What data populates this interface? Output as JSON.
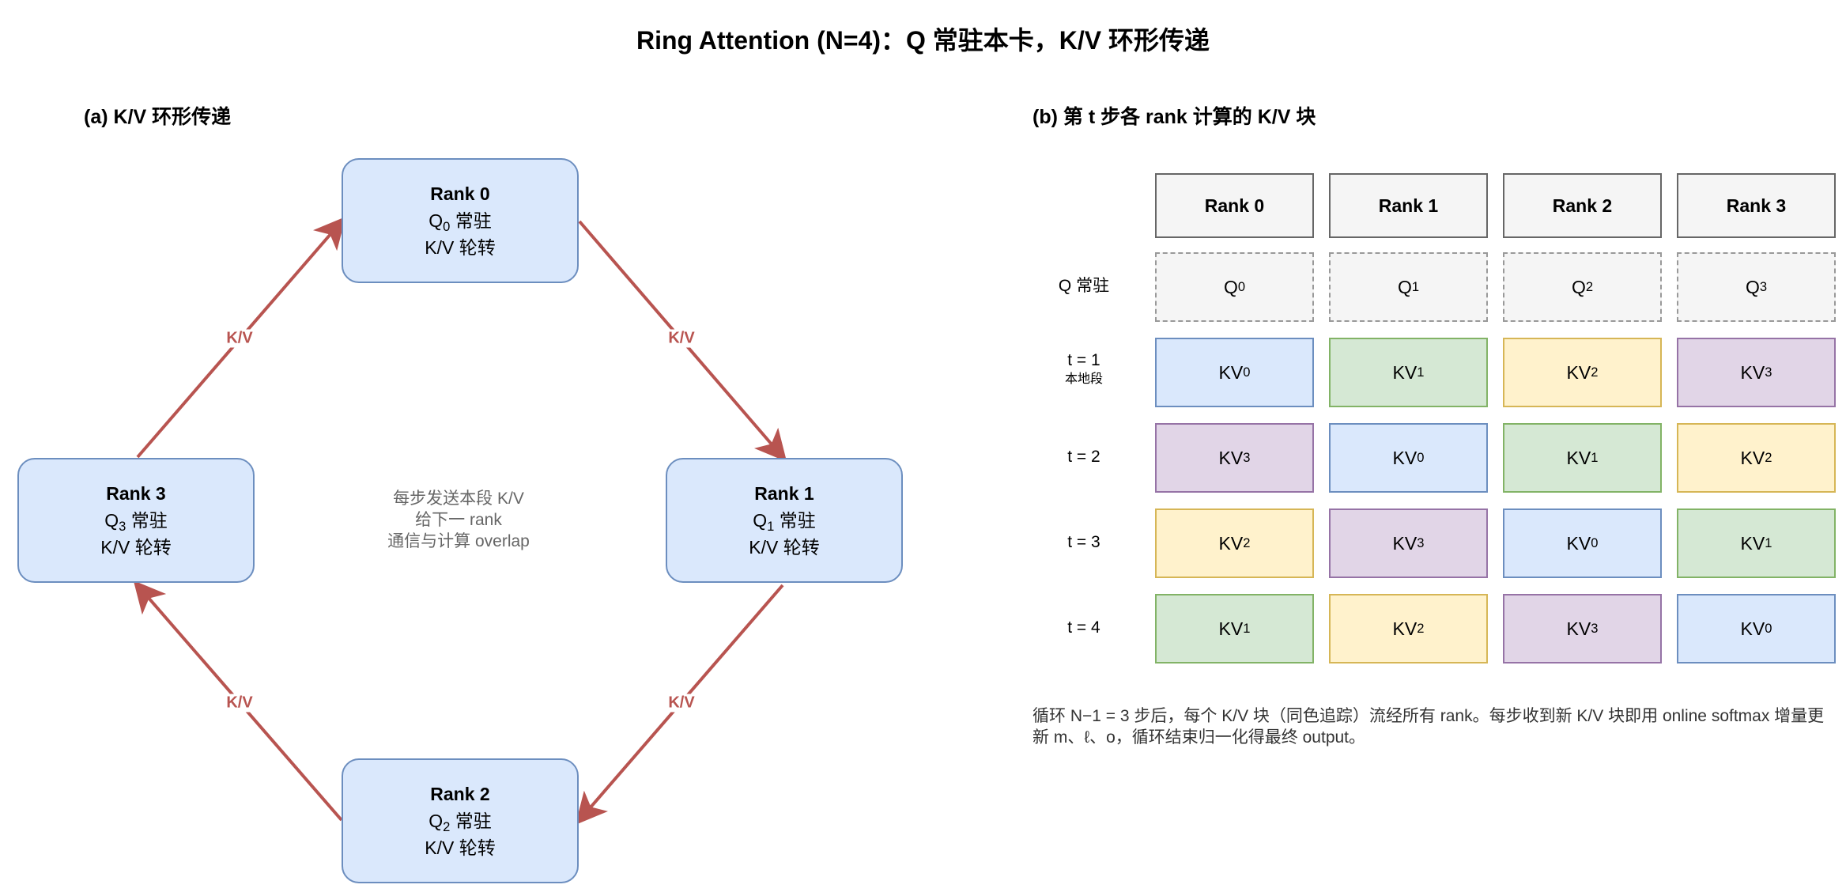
{
  "title": "Ring Attention (N=4)：Q 常驻本卡，K/V 环形传递",
  "panel_a": {
    "title": "(a) K/V 环形传递",
    "nodes": [
      {
        "name": "Rank 0",
        "q_base": "Q",
        "q_sub": "0",
        "q_suffix": " 常驻",
        "kv": "K/V 轮转"
      },
      {
        "name": "Rank 1",
        "q_base": "Q",
        "q_sub": "1",
        "q_suffix": " 常驻",
        "kv": "K/V 轮转"
      },
      {
        "name": "Rank 2",
        "q_base": "Q",
        "q_sub": "2",
        "q_suffix": " 常驻",
        "kv": "K/V 轮转"
      },
      {
        "name": "Rank 3",
        "q_base": "Q",
        "q_sub": "3",
        "q_suffix": " 常驻",
        "kv": "K/V 轮转"
      }
    ],
    "arrow_label": "K/V",
    "center_note": [
      "每步发送本段 K/V",
      "给下一 rank",
      "通信与计算 overlap"
    ],
    "arrow_color": "#b85450"
  },
  "panel_b": {
    "title": "(b) 第 t 步各 rank 计算的 K/V 块",
    "headers": [
      "Rank 0",
      "Rank 1",
      "Rank 2",
      "Rank 3"
    ],
    "q_row": {
      "label": "Q 常驻",
      "cells": [
        {
          "base": "Q",
          "sub": "0"
        },
        {
          "base": "Q",
          "sub": "1"
        },
        {
          "base": "Q",
          "sub": "2"
        },
        {
          "base": "Q",
          "sub": "3"
        }
      ]
    },
    "rows": [
      {
        "label": "t = 1",
        "sublabel": "本地段",
        "cells": [
          {
            "base": "KV",
            "sub": "0"
          },
          {
            "base": "KV",
            "sub": "1"
          },
          {
            "base": "KV",
            "sub": "2"
          },
          {
            "base": "KV",
            "sub": "3"
          }
        ]
      },
      {
        "label": "t = 2",
        "sublabel": "",
        "cells": [
          {
            "base": "KV",
            "sub": "3"
          },
          {
            "base": "KV",
            "sub": "0"
          },
          {
            "base": "KV",
            "sub": "1"
          },
          {
            "base": "KV",
            "sub": "2"
          }
        ]
      },
      {
        "label": "t = 3",
        "sublabel": "",
        "cells": [
          {
            "base": "KV",
            "sub": "2"
          },
          {
            "base": "KV",
            "sub": "3"
          },
          {
            "base": "KV",
            "sub": "0"
          },
          {
            "base": "KV",
            "sub": "1"
          }
        ]
      },
      {
        "label": "t = 4",
        "sublabel": "",
        "cells": [
          {
            "base": "KV",
            "sub": "1"
          },
          {
            "base": "KV",
            "sub": "2"
          },
          {
            "base": "KV",
            "sub": "3"
          },
          {
            "base": "KV",
            "sub": "0"
          }
        ]
      }
    ],
    "block_colors": {
      "0": {
        "fill": "#dae8fc",
        "stroke": "#6c8ebf"
      },
      "1": {
        "fill": "#d5e8d4",
        "stroke": "#82b366"
      },
      "2": {
        "fill": "#fff2cc",
        "stroke": "#d6b656"
      },
      "3": {
        "fill": "#e1d5e7",
        "stroke": "#9673a6"
      }
    },
    "caption": "循环 N−1 = 3 步后，每个 K/V 块（同色追踪）流经所有 rank。每步收到新 K/V 块即用 online softmax 增量更新 m、ℓ、o，循环结束归一化得最终 output。"
  }
}
